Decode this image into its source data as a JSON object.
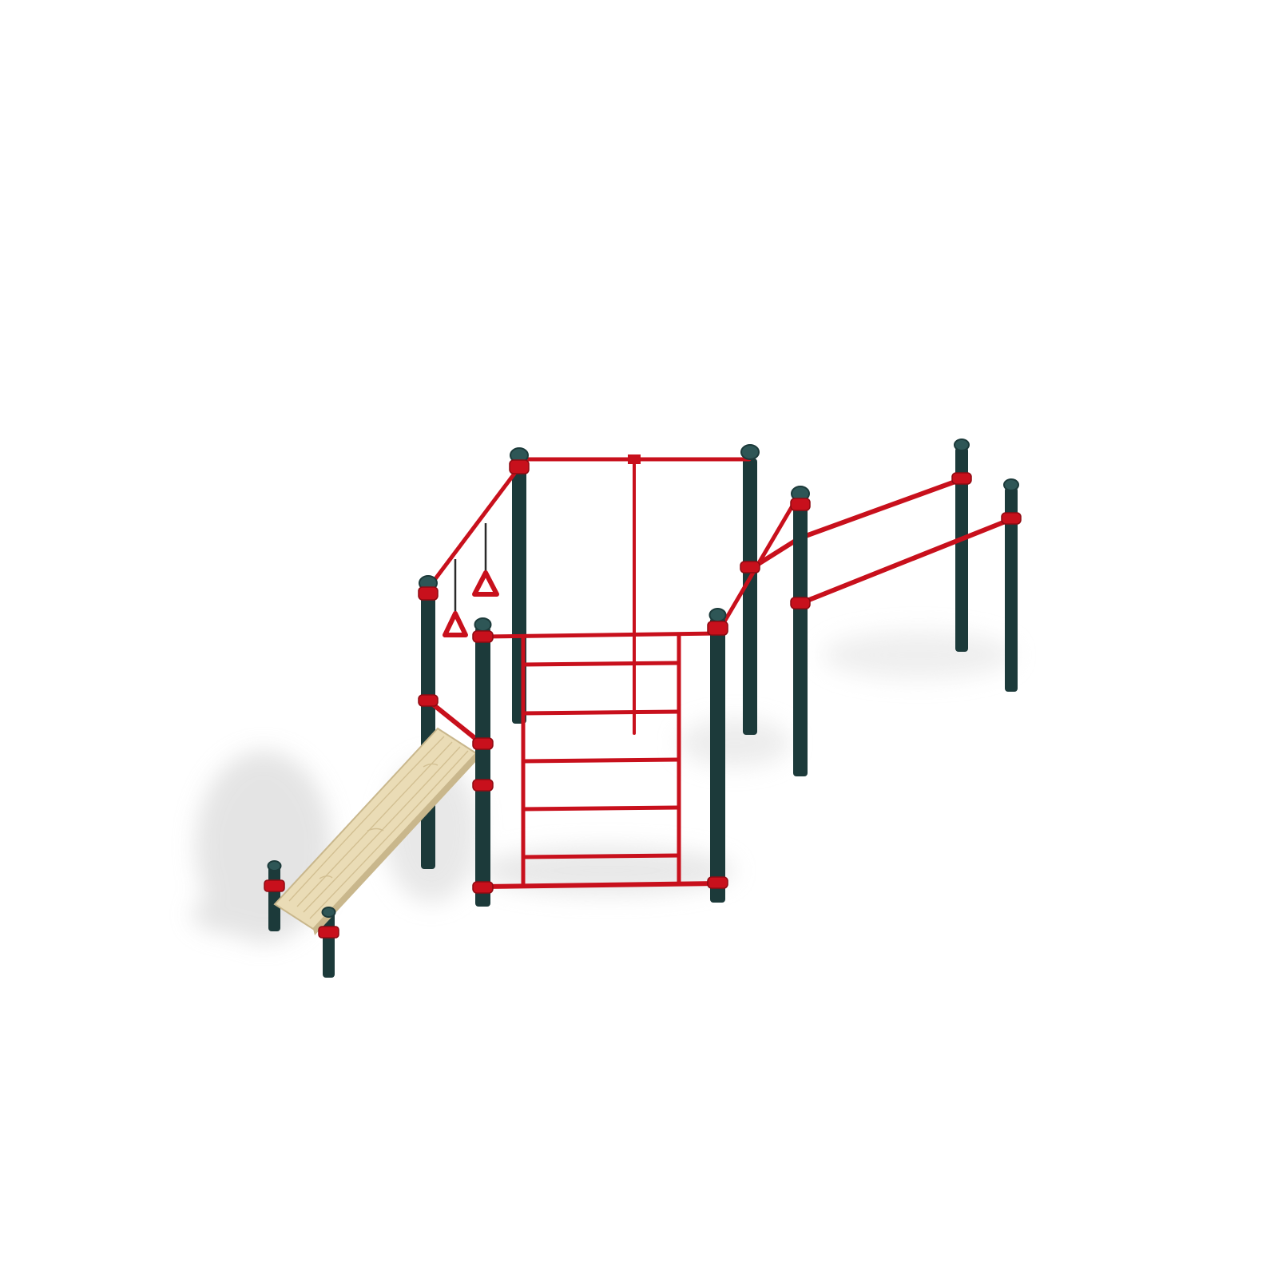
{
  "scene": {
    "subject": "outdoor-workout-station",
    "colors": {
      "background": "#ffffff",
      "post": "#1c3a3a",
      "post_highlight": "#2e5656",
      "bar": "#c8101c",
      "bar_dark": "#8e0a12",
      "wood": "#eadcb6",
      "wood_edge": "#c9b78c",
      "wood_grain": "#cdb98a",
      "shadow": "#d9d9d9",
      "strap": "#2a2a2a"
    },
    "ladder_rungs": 5,
    "gymnastic_rings": 2,
    "parallel_bars": 2
  }
}
